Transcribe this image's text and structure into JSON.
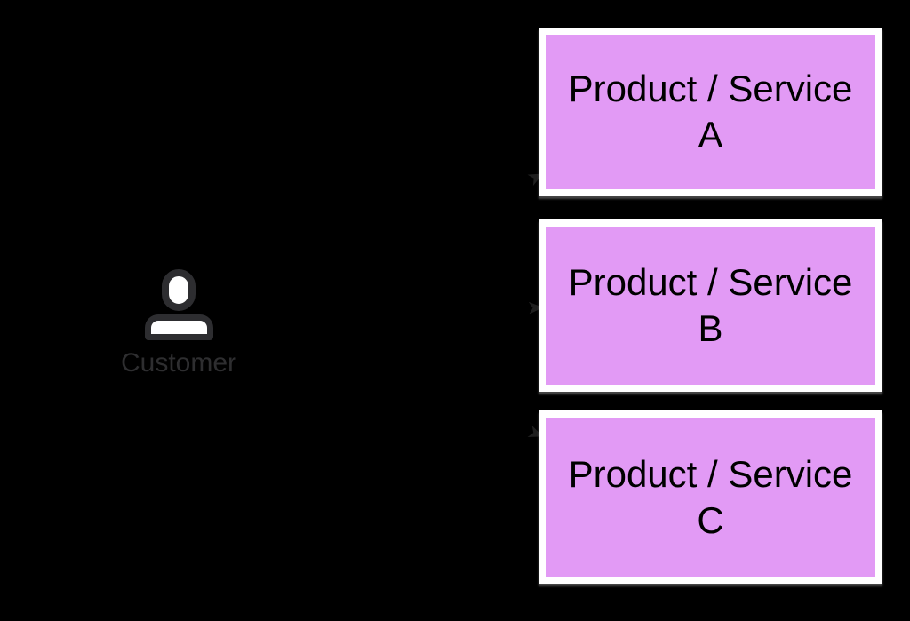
{
  "canvas": {
    "background": "#000000"
  },
  "customer": {
    "label": "Customer",
    "icon": "person-icon"
  },
  "nodes": [
    {
      "id": "A",
      "line1": "Product / Service",
      "line2": "A"
    },
    {
      "id": "B",
      "line1": "Product / Service",
      "line2": "B"
    },
    {
      "id": "C",
      "line1": "Product / Service",
      "line2": "C"
    }
  ],
  "connectors": [
    {
      "from": "customer",
      "to": "A"
    },
    {
      "from": "customer",
      "to": "B"
    },
    {
      "from": "customer",
      "to": "C"
    }
  ],
  "colors": {
    "background": "#000000",
    "node_fill": "#E29AF5",
    "node_border": "#FFFFFF",
    "node_text": "#000000",
    "node_shadow": "#808080",
    "customer_text": "#2E2E30",
    "icon_stroke": "#2D2D30",
    "icon_fill": "#FFFFFF",
    "arrow": "#1F1F1F"
  }
}
